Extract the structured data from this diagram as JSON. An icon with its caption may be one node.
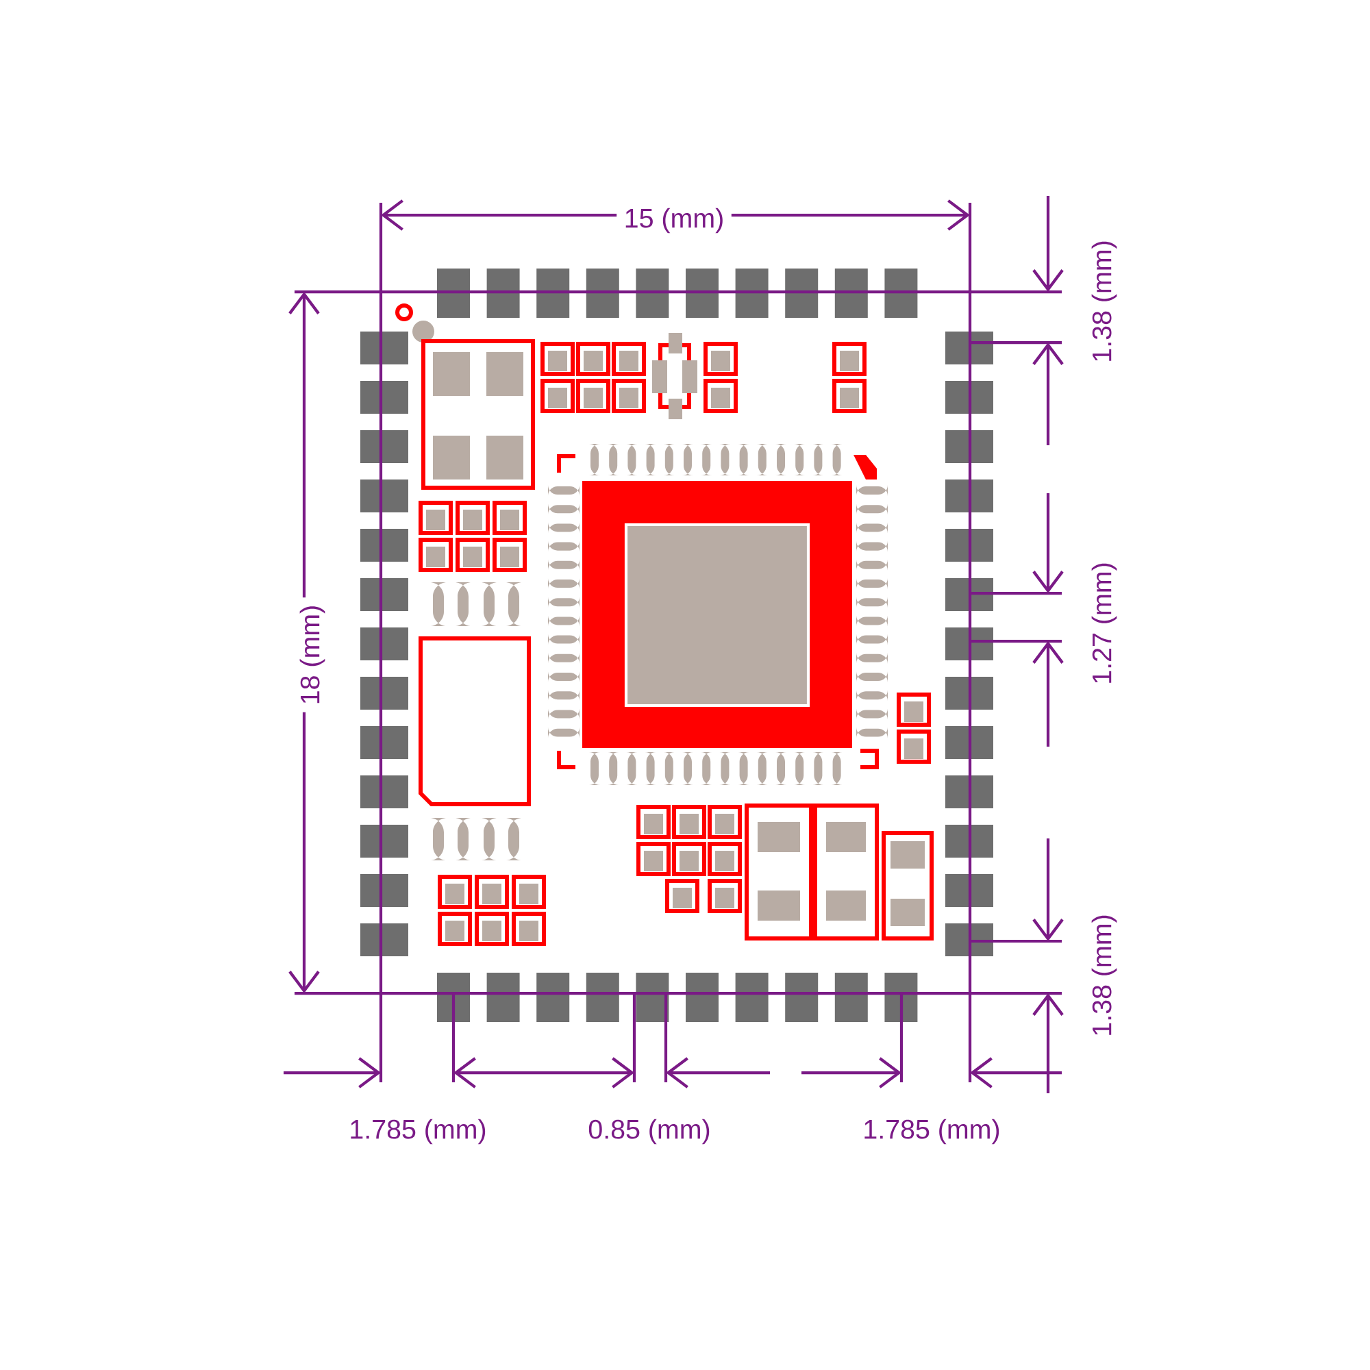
{
  "diagram": {
    "labels": [
      "15 (mm)",
      "1.38 (mm)",
      "18 (mm)",
      "1.27 (mm)",
      "1.38 (mm)",
      "1.785 (mm)",
      "0.85 (mm)",
      "1.785 (mm)"
    ]
  }
}
